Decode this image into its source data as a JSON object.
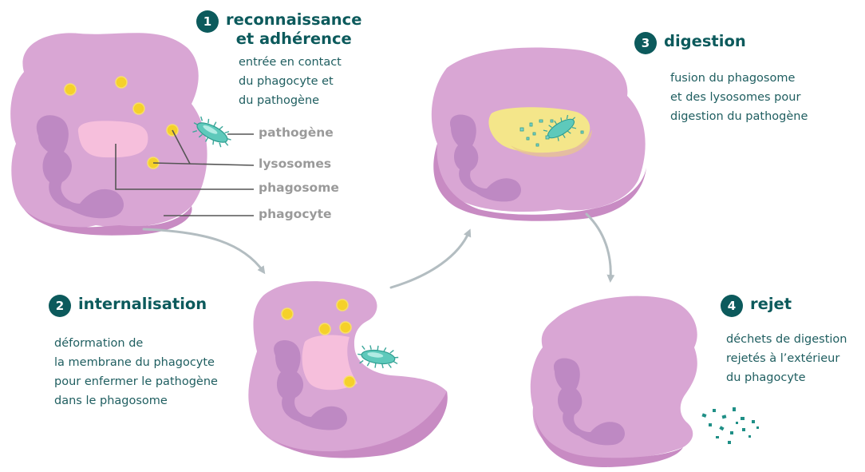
{
  "colors": {
    "cell_body": "#d9a6d4",
    "cell_shadow": "#c88bc3",
    "organelle": "#b884c0",
    "phagosome": "#f6bfdc",
    "lysosome": "#f5d12a",
    "pathogen": "#5ec9bb",
    "digestion_vacuole": "#f4e68a",
    "title_dark": "#0c5a5c",
    "label_gray": "#9a9a9a",
    "arrow_gray": "#b3bdc1"
  },
  "steps": [
    {
      "number": "1",
      "title_lines": [
        "reconnaissance",
        "et adhérence"
      ],
      "desc_lines": [
        "entrée en contact",
        "du phagocyte et",
        "du pathogène"
      ]
    },
    {
      "number": "2",
      "title_lines": [
        "internalisation"
      ],
      "desc_lines": [
        "déformation de",
        "la membrane du phagocyte",
        "pour enfermer le pathogène",
        "dans le phagosome"
      ]
    },
    {
      "number": "3",
      "title_lines": [
        "digestion"
      ],
      "desc_lines": [
        "fusion du phagosome",
        "et des lysosomes pour",
        "digestion du pathogène"
      ]
    },
    {
      "number": "4",
      "title_lines": [
        "rejet"
      ],
      "desc_lines": [
        "déchets de digestion",
        "rejetés à l’extérieur",
        "du phagocyte"
      ]
    }
  ],
  "labels": {
    "pathogen": "pathogène",
    "lysosomes": "lysosomes",
    "phagosome": "phagosome",
    "phagocyte": "phagocyte"
  },
  "icons": {
    "pathogen": "bacterium-icon",
    "lysosome": "yellow-dot",
    "waste": "debris-particles"
  }
}
